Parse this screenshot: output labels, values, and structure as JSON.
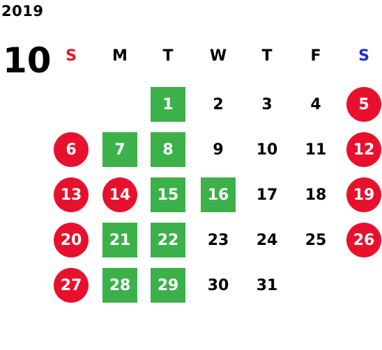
{
  "year": "2019",
  "month": "10",
  "weekdays": [
    {
      "label": "S",
      "color": "#e8112d"
    },
    {
      "label": "M",
      "color": "#000000"
    },
    {
      "label": "T",
      "color": "#000000"
    },
    {
      "label": "W",
      "color": "#000000"
    },
    {
      "label": "T",
      "color": "#000000"
    },
    {
      "label": "F",
      "color": "#000000"
    },
    {
      "label": "S",
      "color": "#1f2fcf"
    }
  ],
  "colors": {
    "holiday_red": "#e8112d",
    "highlight_green": "#3cb14a",
    "sunday_header": "#e8112d",
    "saturday_header": "#1f2fcf"
  },
  "weeks": [
    [
      {
        "day": "",
        "style": "empty"
      },
      {
        "day": "",
        "style": "empty"
      },
      {
        "day": "1",
        "style": "green"
      },
      {
        "day": "2",
        "style": "plain"
      },
      {
        "day": "3",
        "style": "plain"
      },
      {
        "day": "4",
        "style": "plain"
      },
      {
        "day": "5",
        "style": "red"
      }
    ],
    [
      {
        "day": "6",
        "style": "red"
      },
      {
        "day": "7",
        "style": "green"
      },
      {
        "day": "8",
        "style": "green"
      },
      {
        "day": "9",
        "style": "plain"
      },
      {
        "day": "10",
        "style": "plain"
      },
      {
        "day": "11",
        "style": "plain"
      },
      {
        "day": "12",
        "style": "red"
      }
    ],
    [
      {
        "day": "13",
        "style": "red"
      },
      {
        "day": "14",
        "style": "red"
      },
      {
        "day": "15",
        "style": "green"
      },
      {
        "day": "16",
        "style": "green"
      },
      {
        "day": "17",
        "style": "plain"
      },
      {
        "day": "18",
        "style": "plain"
      },
      {
        "day": "19",
        "style": "red"
      }
    ],
    [
      {
        "day": "20",
        "style": "red"
      },
      {
        "day": "21",
        "style": "green"
      },
      {
        "day": "22",
        "style": "green"
      },
      {
        "day": "23",
        "style": "plain"
      },
      {
        "day": "24",
        "style": "plain"
      },
      {
        "day": "25",
        "style": "plain"
      },
      {
        "day": "26",
        "style": "red"
      }
    ],
    [
      {
        "day": "27",
        "style": "red"
      },
      {
        "day": "28",
        "style": "green"
      },
      {
        "day": "29",
        "style": "green"
      },
      {
        "day": "30",
        "style": "plain"
      },
      {
        "day": "31",
        "style": "plain"
      },
      {
        "day": "",
        "style": "empty"
      },
      {
        "day": "",
        "style": "empty"
      }
    ]
  ]
}
